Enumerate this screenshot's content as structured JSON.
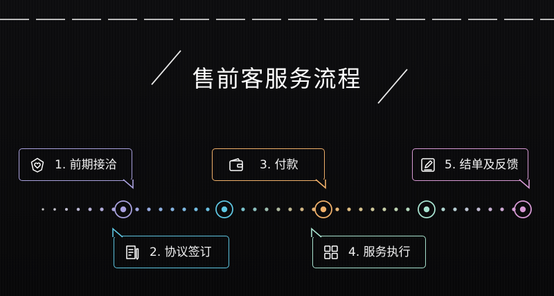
{
  "diagram": {
    "title": "售前客服务流程",
    "steps": [
      {
        "label": "1. 前期接洽",
        "icon": "heart-shield-icon",
        "color": "#a9a1de"
      },
      {
        "label": "2. 协议签订",
        "icon": "document-pen-icon",
        "color": "#5ec6e2"
      },
      {
        "label": "3. 付款",
        "icon": "wallet-icon",
        "color": "#f0b06a"
      },
      {
        "label": "4. 服务执行",
        "icon": "grid-squares-icon",
        "color": "#a8e3d0"
      },
      {
        "label": "5. 结单及反馈",
        "icon": "edit-note-icon",
        "color": "#d799d4"
      }
    ],
    "line_color": "#d8d8d8"
  }
}
